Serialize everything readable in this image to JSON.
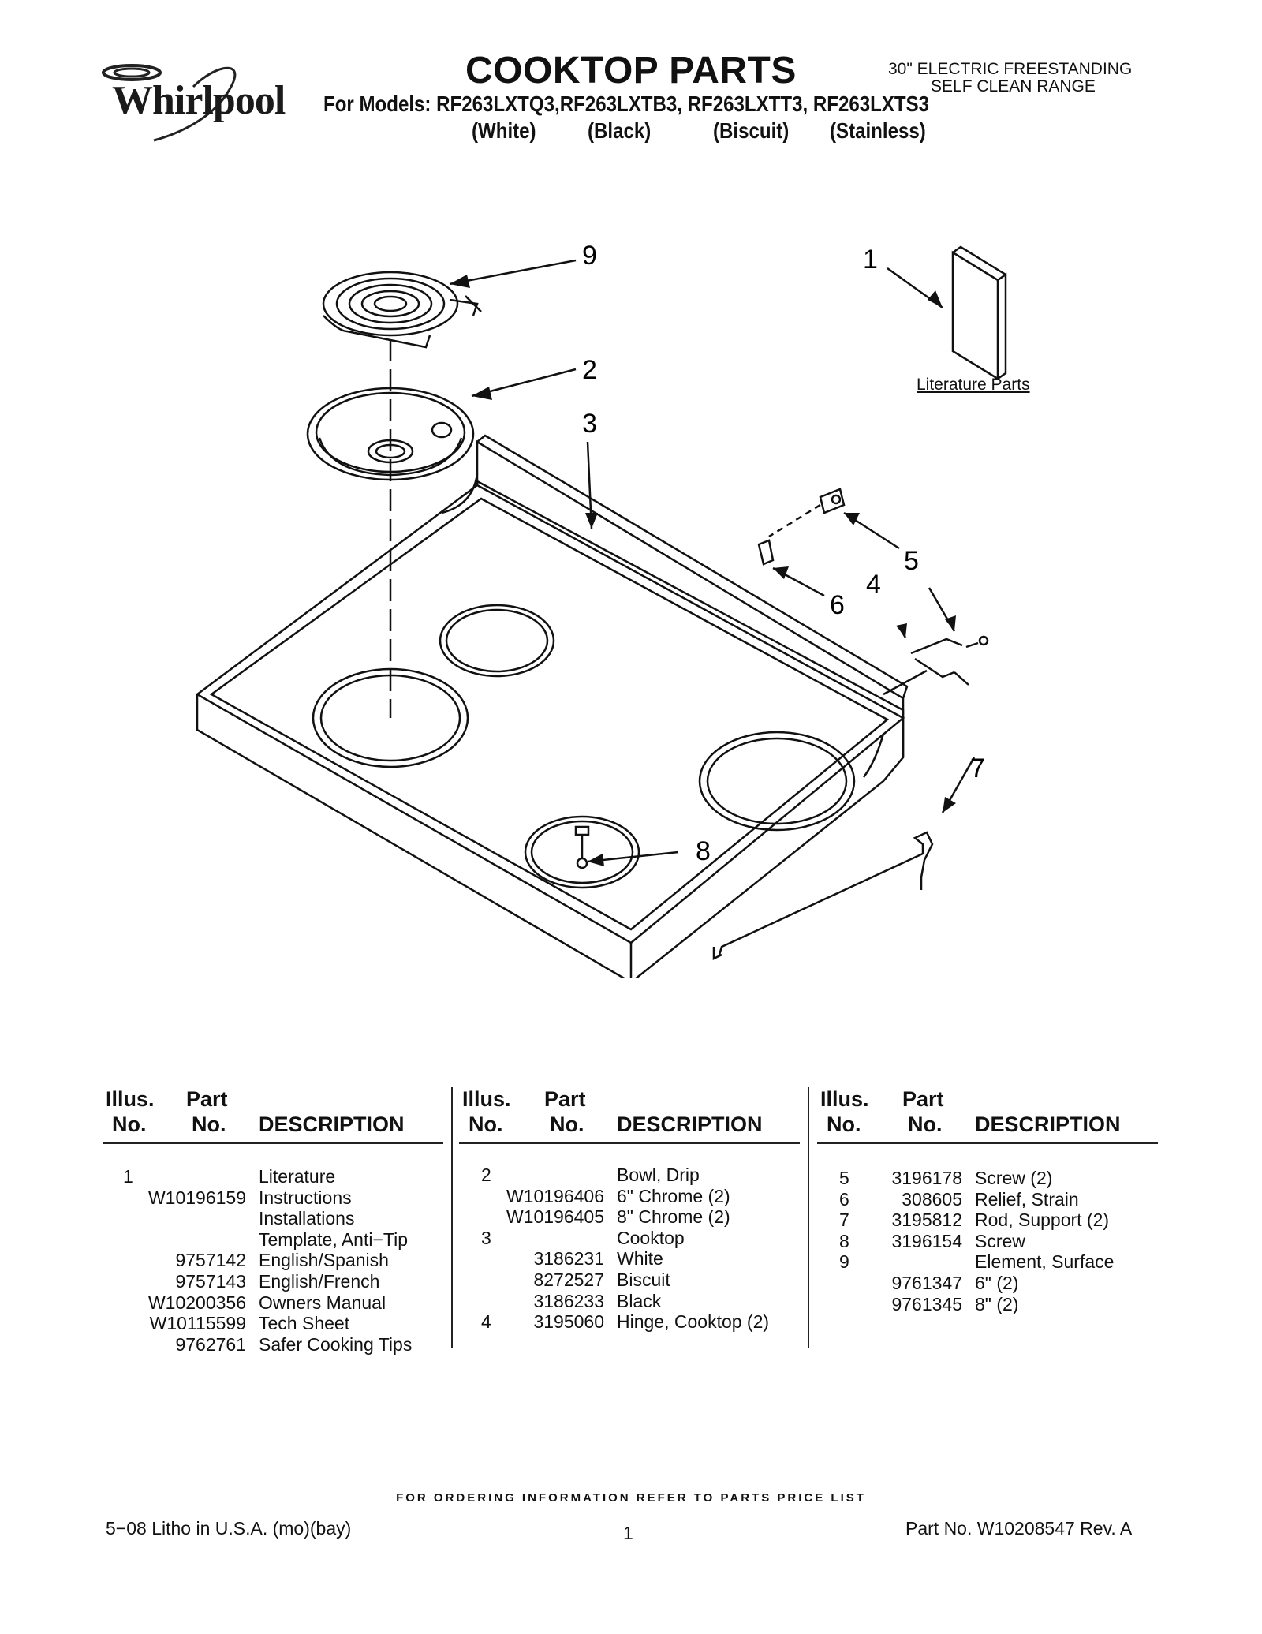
{
  "header": {
    "brand": "Whirlpool",
    "title": "COOKTOP PARTS",
    "models": "For Models: RF263LXTQ3,RF263LXTB3, RF263LXTT3, RF263LXTS3",
    "colors": [
      "(White)",
      "(Black)",
      "(Biscuit)",
      "(Stainless)"
    ],
    "range_line1": "30\" ELECTRIC FREESTANDING",
    "range_line2": "SELF CLEAN RANGE"
  },
  "diagram": {
    "callouts": [
      "9",
      "1",
      "2",
      "3",
      "5",
      "6",
      "4",
      "7",
      "8"
    ],
    "literature_label": "Literature Parts"
  },
  "table": {
    "headers": {
      "illus_top": "Illus.",
      "illus_bottom": "No.",
      "part_top": "Part",
      "part_bottom": "No.",
      "description": "DESCRIPTION"
    },
    "col1": [
      {
        "illus": "1",
        "part": "",
        "desc": "Literature"
      },
      {
        "illus": "",
        "part": "W10196159",
        "desc": "Instructions"
      },
      {
        "illus": "",
        "part": "",
        "desc": "Installations"
      },
      {
        "illus": "",
        "part": "",
        "desc": "Template, Anti−Tip"
      },
      {
        "illus": "",
        "part": "9757142",
        "desc": "English/Spanish"
      },
      {
        "illus": "",
        "part": "9757143",
        "desc": "English/French"
      },
      {
        "illus": "",
        "part": "W10200356",
        "desc": "Owners Manual"
      },
      {
        "illus": "",
        "part": "W10115599",
        "desc": "Tech Sheet"
      },
      {
        "illus": "",
        "part": "9762761",
        "desc": "Safer Cooking Tips"
      }
    ],
    "col2": [
      {
        "illus": "2",
        "part": "",
        "desc": "Bowl, Drip"
      },
      {
        "illus": "",
        "part": "W10196406",
        "desc": "6\" Chrome (2)"
      },
      {
        "illus": "",
        "part": "W10196405",
        "desc": "8\" Chrome (2)"
      },
      {
        "illus": "3",
        "part": "",
        "desc": "Cooktop"
      },
      {
        "illus": "",
        "part": "3186231",
        "desc": "White"
      },
      {
        "illus": "",
        "part": "8272527",
        "desc": "Biscuit"
      },
      {
        "illus": "",
        "part": "3186233",
        "desc": "Black"
      },
      {
        "illus": "4",
        "part": "3195060",
        "desc": "Hinge, Cooktop (2)"
      }
    ],
    "col3": [
      {
        "illus": "5",
        "part": "3196178",
        "desc": "Screw (2)"
      },
      {
        "illus": "6",
        "part": "308605",
        "desc": "Relief, Strain"
      },
      {
        "illus": "7",
        "part": "3195812",
        "desc": "Rod, Support (2)"
      },
      {
        "illus": "8",
        "part": "3196154",
        "desc": "Screw"
      },
      {
        "illus": "9",
        "part": "",
        "desc": "Element, Surface"
      },
      {
        "illus": "",
        "part": "9761347",
        "desc": "6\" (2)"
      },
      {
        "illus": "",
        "part": "9761345",
        "desc": "8\" (2)"
      }
    ]
  },
  "footer": {
    "ordering": "FOR ORDERING INFORMATION REFER TO PARTS PRICE LIST",
    "litho": "5−08 Litho in U.S.A. (mo)(bay)",
    "page": "1",
    "part_no": "Part No. W10208547 Rev. A"
  }
}
